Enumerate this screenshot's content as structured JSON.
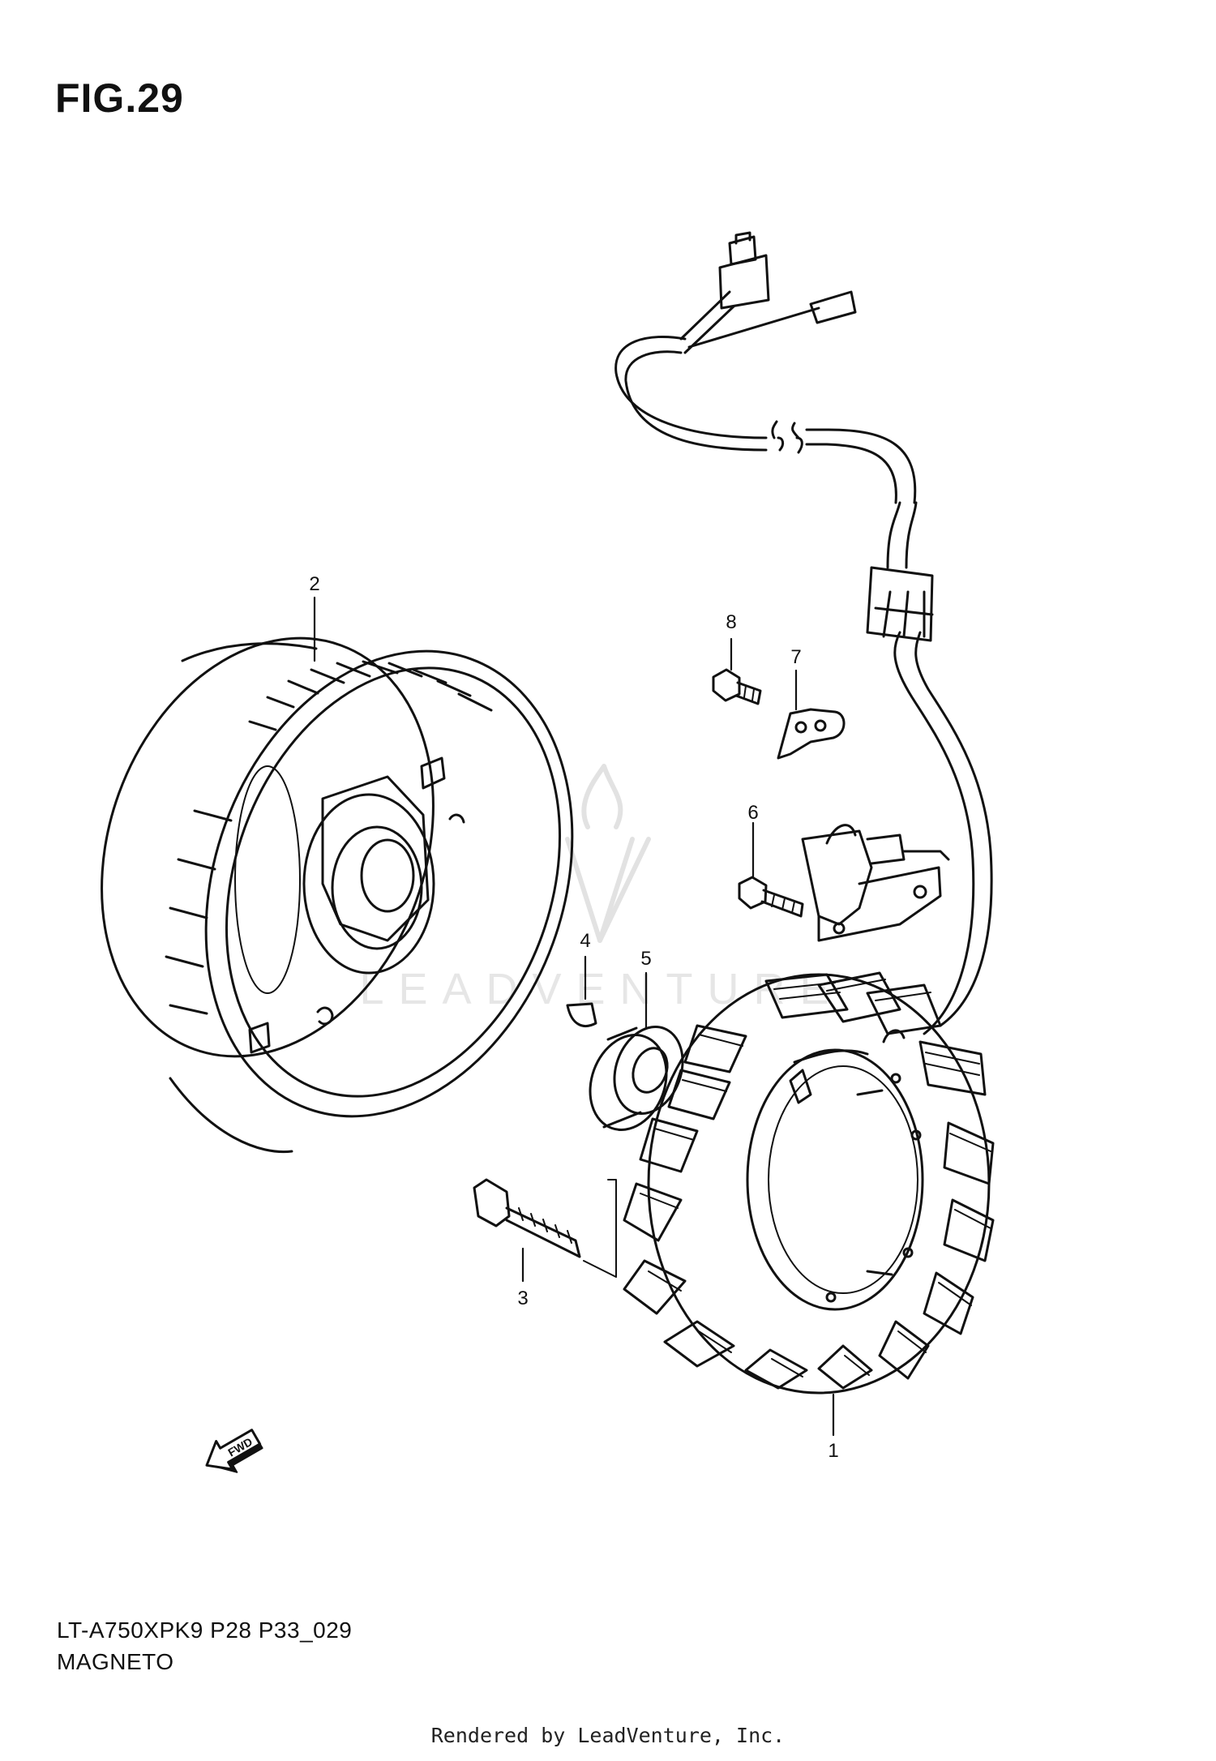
{
  "figure": {
    "title": "FIG.29",
    "model_code": "LT-A750XPK9 P28 P33_029",
    "assembly_name": "MAGNETO"
  },
  "callouts": {
    "c1": "1",
    "c2": "2",
    "c3": "3",
    "c4": "4",
    "c5": "5",
    "c6": "6",
    "c7": "7",
    "c8": "8"
  },
  "direction_arrow": "FWD",
  "watermark": "LEADVENTURE",
  "footer": "Rendered by LeadVenture, Inc.",
  "colors": {
    "line": "#111111",
    "watermark": "#e4e4e4"
  }
}
